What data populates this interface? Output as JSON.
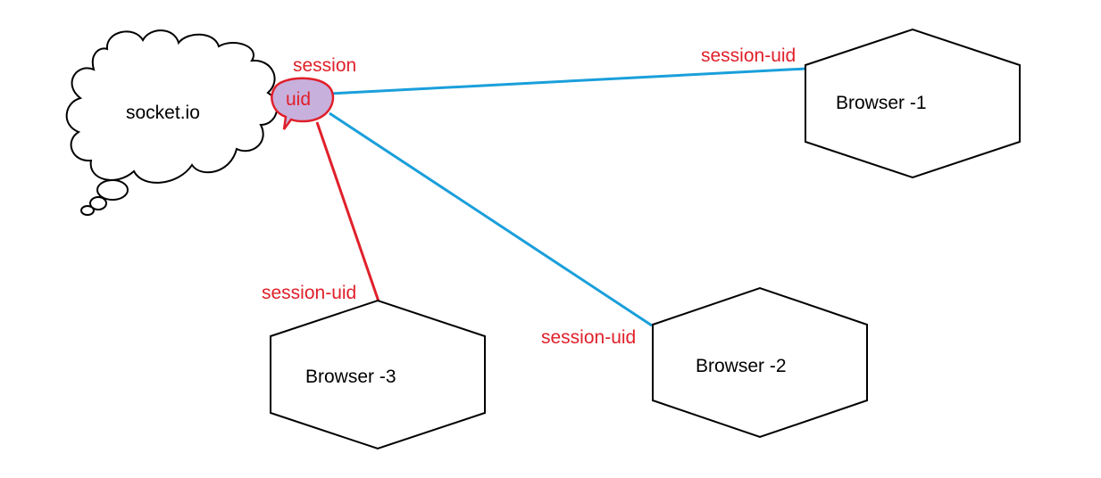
{
  "colors": {
    "outline": "#000000",
    "red": "#e0202a",
    "blue": "#1a9fdb",
    "bubble_fill": "#c8b0dd",
    "background": "#ffffff"
  },
  "server": {
    "label": "socket.io",
    "session_label": "session",
    "uid_label": "uid"
  },
  "browsers": [
    {
      "label": "Browser -1",
      "link_label": "session-uid",
      "link_color": "blue"
    },
    {
      "label": "Browser -2",
      "link_label": "session-uid",
      "link_color": "blue"
    },
    {
      "label": "Browser -3",
      "link_label": "session-uid",
      "link_color": "red"
    }
  ]
}
